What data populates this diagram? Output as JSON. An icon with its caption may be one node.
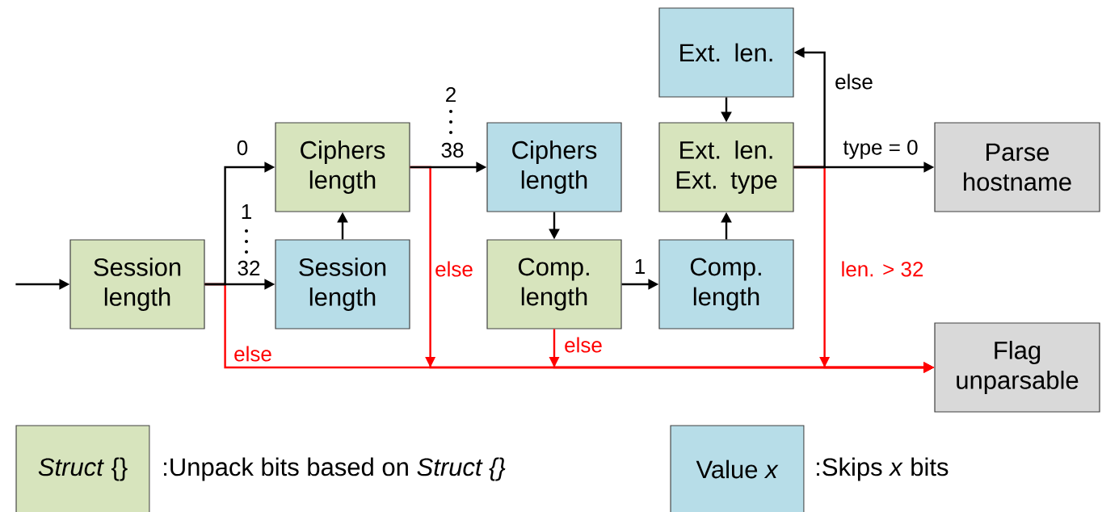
{
  "diagram": {
    "nodes": [
      {
        "text": [
          "Session length"
        ]
      },
      {
        "text": [
          "Ciphers length"
        ]
      },
      {
        "text": [
          "Session length"
        ]
      },
      {
        "text": [
          "Ciphers length"
        ]
      },
      {
        "text": [
          "Comp. length"
        ]
      },
      {
        "text": [
          "Comp. length"
        ]
      },
      {
        "text": [
          "Ext. len."
        ]
      },
      {
        "text": [
          "Ext. len. Ext. type"
        ]
      },
      {
        "text": [
          "Parse hostname"
        ]
      },
      {
        "text": [
          "Flag unparsable"
        ]
      }
    ],
    "edges": [
      {
        "from": null,
        "to": 0,
        "arrow": "to"
      },
      {
        "from": 0,
        "to": 1,
        "arrow": "to",
        "label": "0"
      },
      {
        "from": 0,
        "to": 2,
        "arrow": "to",
        "label": "32"
      },
      {
        "from": 0,
        "to": 9,
        "arrow": "to",
        "label": "else",
        "color": "#ff0000"
      },
      {
        "from": 2,
        "to": 1,
        "arrow": "to"
      },
      {
        "from": 1,
        "to": 3,
        "arrow": "to",
        "label": "38"
      },
      {
        "from": 1,
        "to": 9,
        "arrow": "to",
        "label": "else",
        "color": "#ff0000"
      },
      {
        "from": 3,
        "to": 4,
        "arrow": "to"
      },
      {
        "from": 4,
        "to": 5,
        "arrow": "to",
        "label": "1"
      },
      {
        "from": 4,
        "to": 9,
        "arrow": "to",
        "label": "else",
        "color": "#ff0000"
      },
      {
        "from": 5,
        "to": 7,
        "arrow": "to"
      },
      {
        "from": 6,
        "to": 7,
        "arrow": "to"
      },
      {
        "from": 7,
        "to": 8,
        "arrow": "to",
        "label": "type = 0"
      },
      {
        "from": 7,
        "to": 6,
        "arrow": "to",
        "label": "else"
      },
      {
        "from": 7,
        "to": 9,
        "arrow": "to",
        "label": "len. > 32",
        "color": "#ff0000"
      }
    ],
    "labels": [
      "2",
      "1",
      "*Struct* {}",
      "Value *x*"
    ],
    "legend": [
      {
        "text": ":Unpack bits based on *Struct {}*",
        "color": "#d7e4bd"
      },
      {
        "text": ":Skips *x* bits",
        "color": "#b7dde8"
      }
    ]
  }
}
